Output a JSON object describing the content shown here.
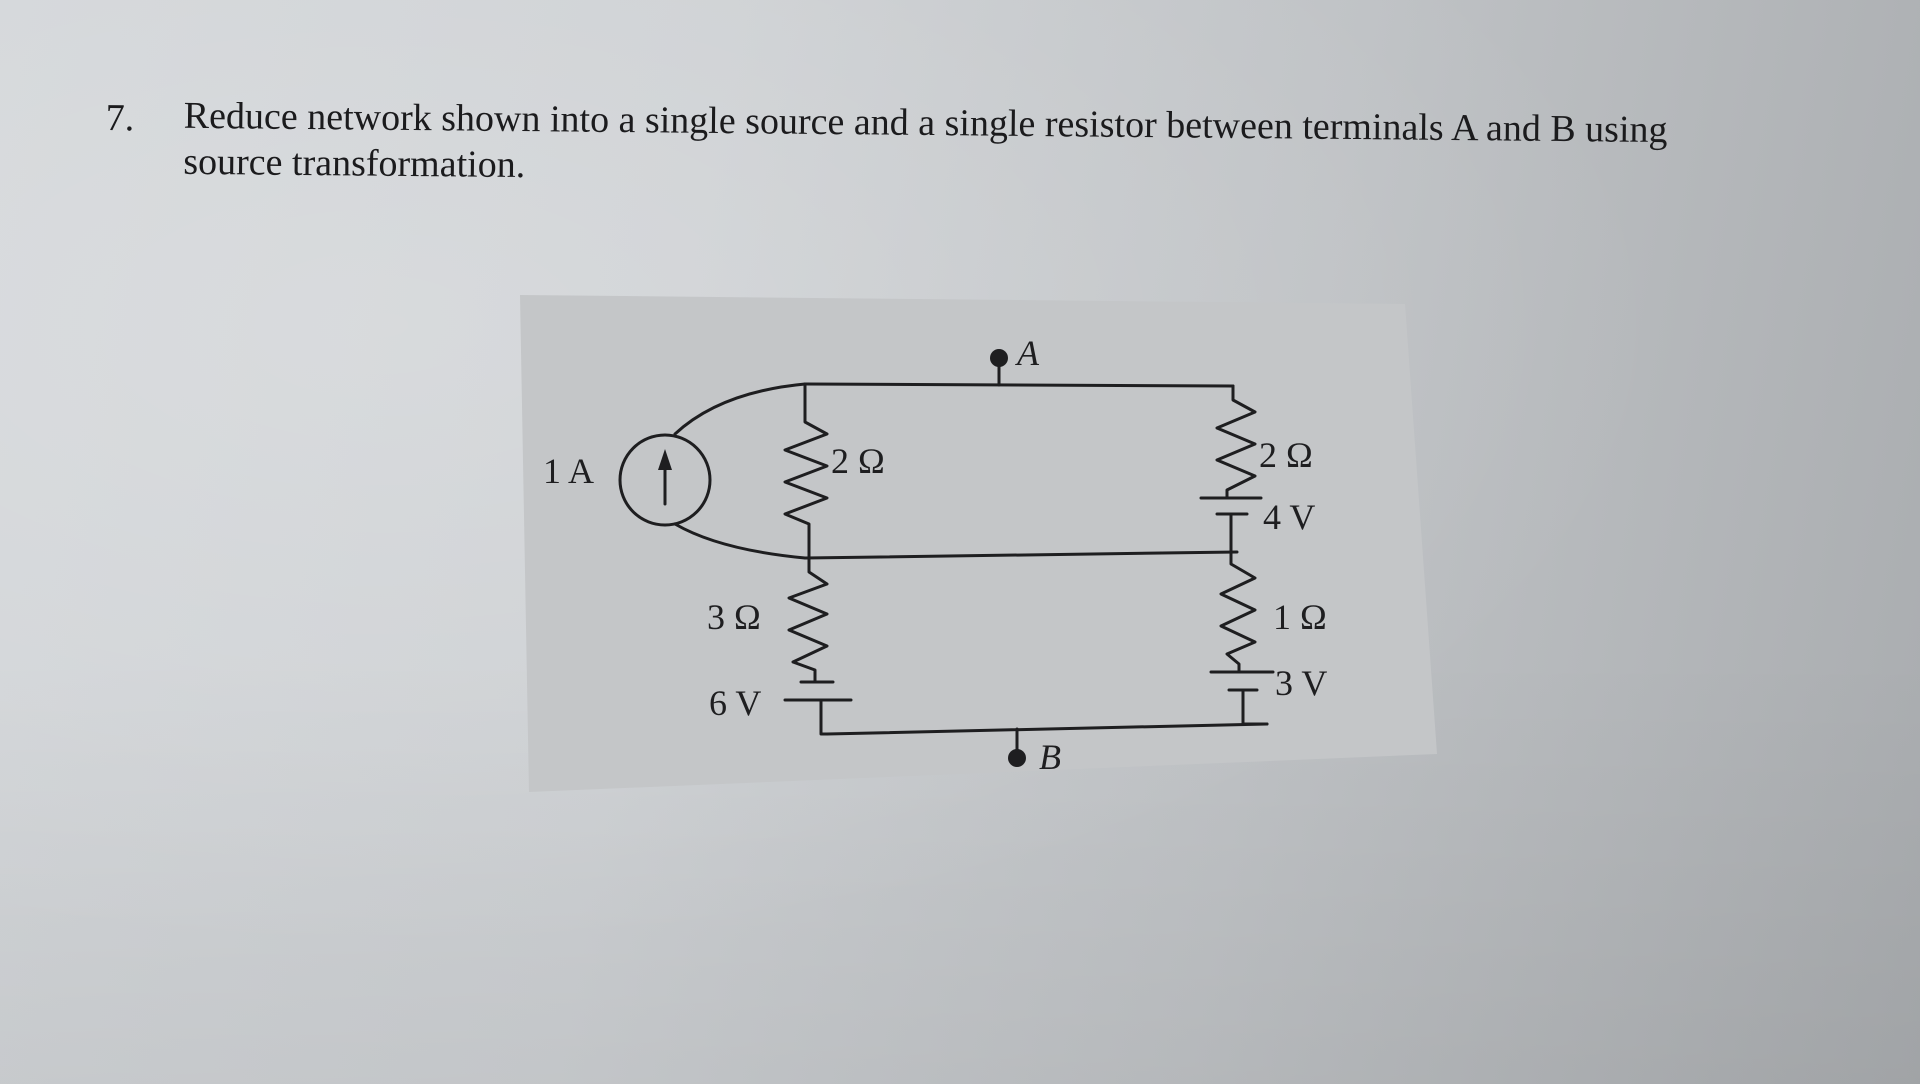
{
  "question": {
    "number": "7.",
    "line1": "Reduce network shown into a single source and a single resistor between terminals A and B using",
    "line2": "source transformation."
  },
  "diagram": {
    "colors": {
      "background": "#c6c8ca",
      "wire": "#1e1e20",
      "page": "#cdd0d3"
    },
    "current_source": {
      "label": "1 A",
      "direction": "up-arrow"
    },
    "left_branch": {
      "resistor_top": {
        "label": "2 Ω"
      },
      "resistor_bottom": {
        "label": "3 Ω"
      },
      "battery": {
        "label": "6 V"
      }
    },
    "right_branch": {
      "resistor_top": {
        "label": "2 Ω"
      },
      "battery_top": {
        "label": "4 V"
      },
      "resistor_bottom": {
        "label": "1 Ω"
      },
      "battery_bottom": {
        "label": "3 V"
      }
    },
    "terminals": {
      "a": {
        "label": "A"
      },
      "b": {
        "label": "B"
      }
    }
  }
}
